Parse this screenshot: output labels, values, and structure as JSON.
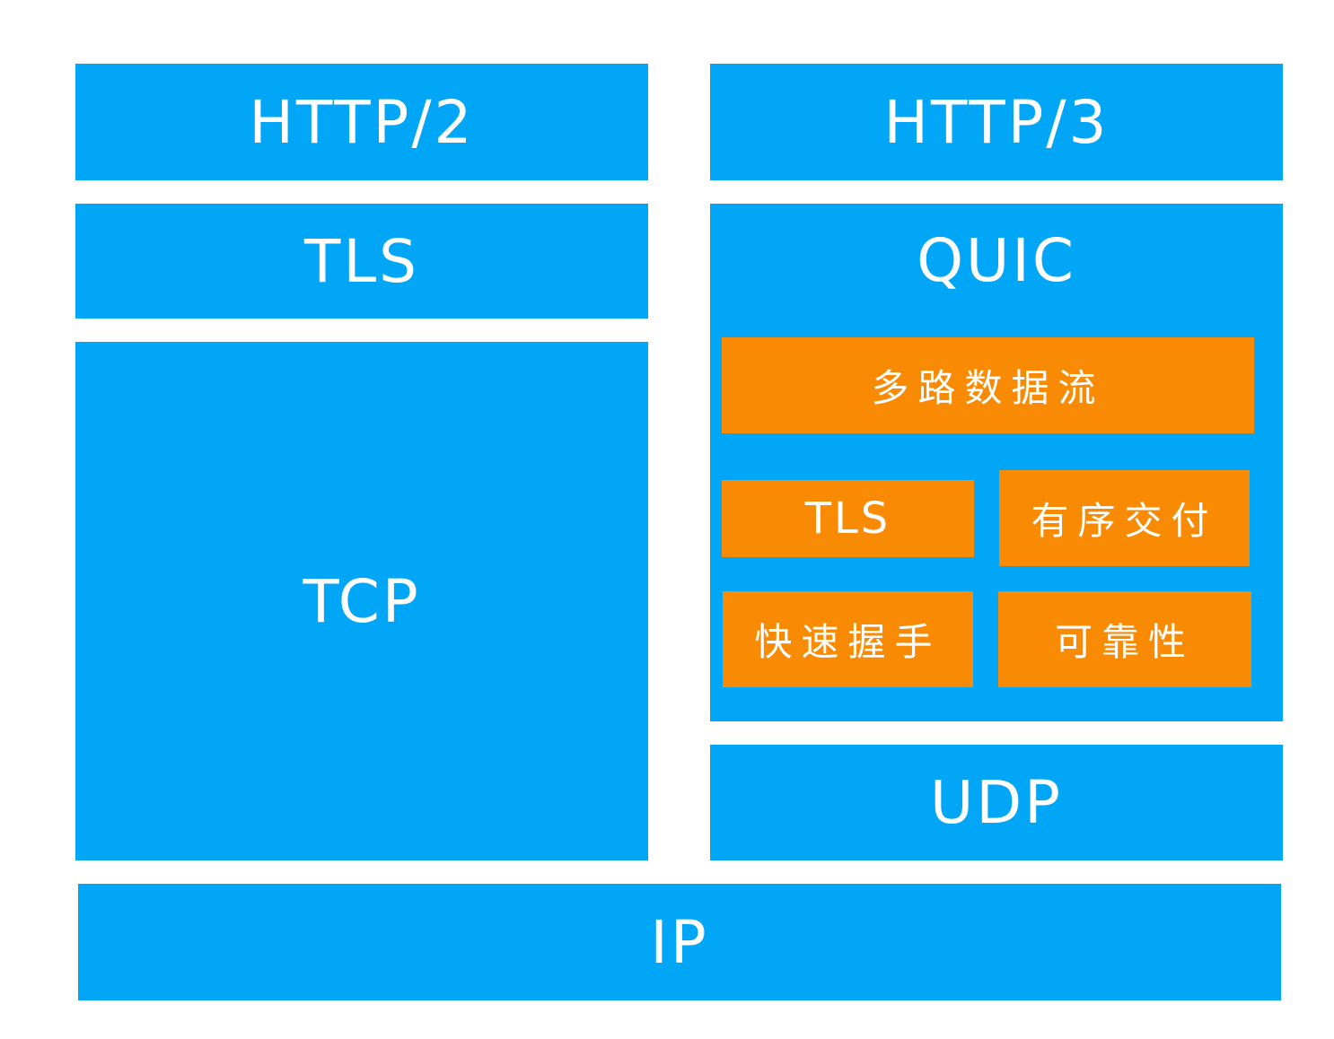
{
  "stack_left": {
    "http2": "HTTP/2",
    "tls": "TLS",
    "tcp": "TCP"
  },
  "stack_right": {
    "http3": "HTTP/3",
    "quic": {
      "title": "QUIC",
      "features": {
        "multiplex": "多路数据流",
        "tls": "TLS",
        "ordered_delivery": "有序交付",
        "fast_handshake": "快速握手",
        "reliability": "可靠性"
      }
    },
    "udp": "UDP"
  },
  "base": {
    "ip": "IP"
  },
  "colors": {
    "layer_blue": "#02a6f7",
    "feature_orange": "#f98b04",
    "text": "#ffffff"
  }
}
